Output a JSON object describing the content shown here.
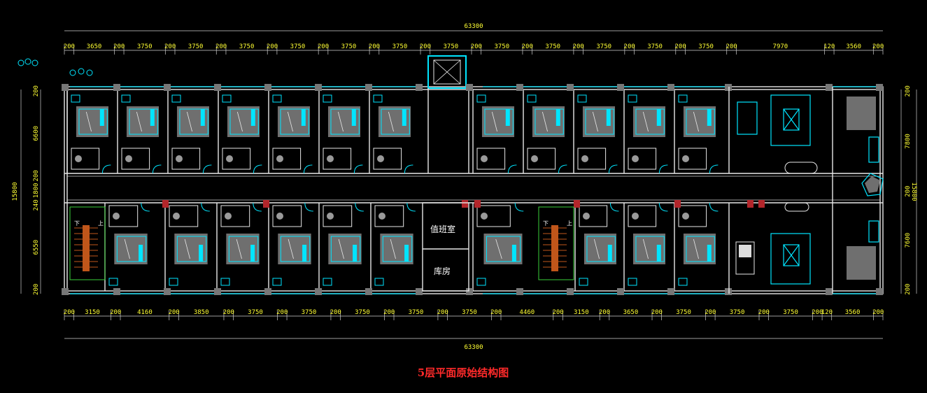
{
  "title": "5层平面原始结构图",
  "rooms": {
    "duty": "值班室",
    "storage": "库房"
  },
  "stair_labels": [
    "下",
    "上",
    "下",
    "上"
  ],
  "dims": {
    "overall": "63300",
    "top_row": [
      "200",
      "3650",
      "200",
      "3750",
      "200",
      "3750",
      "200",
      "3750",
      "200",
      "3750",
      "200",
      "3750",
      "200",
      "3750",
      "200",
      "3750",
      "200",
      "3750",
      "200",
      "3750",
      "200",
      "3750",
      "200",
      "3750",
      "200",
      "3750",
      "200",
      "7970",
      "120",
      "3560",
      "200"
    ],
    "bottom_row": [
      "200",
      "3150",
      "200",
      "4160",
      "200",
      "3850",
      "200",
      "3750",
      "200",
      "3750",
      "200",
      "3750",
      "200",
      "3750",
      "200",
      "3750",
      "200",
      "4460",
      "200",
      "3150",
      "200",
      "3650",
      "200",
      "3750",
      "200",
      "3750",
      "200",
      "3750",
      "200",
      "120",
      "3560",
      "200"
    ],
    "left_outer": "15800",
    "left_inner": [
      "200",
      "6600",
      "200",
      "1800",
      "240",
      "6550",
      "200"
    ],
    "right_outer": "15800",
    "right_inner": [
      "200",
      "7800",
      "200",
      "7600",
      "200"
    ]
  },
  "colors": {
    "dimension": "#ffff33",
    "wall": "#e8e8e8",
    "fixture": "#00e5ff",
    "title": "#ff2a2a",
    "column": "#b3262b"
  }
}
